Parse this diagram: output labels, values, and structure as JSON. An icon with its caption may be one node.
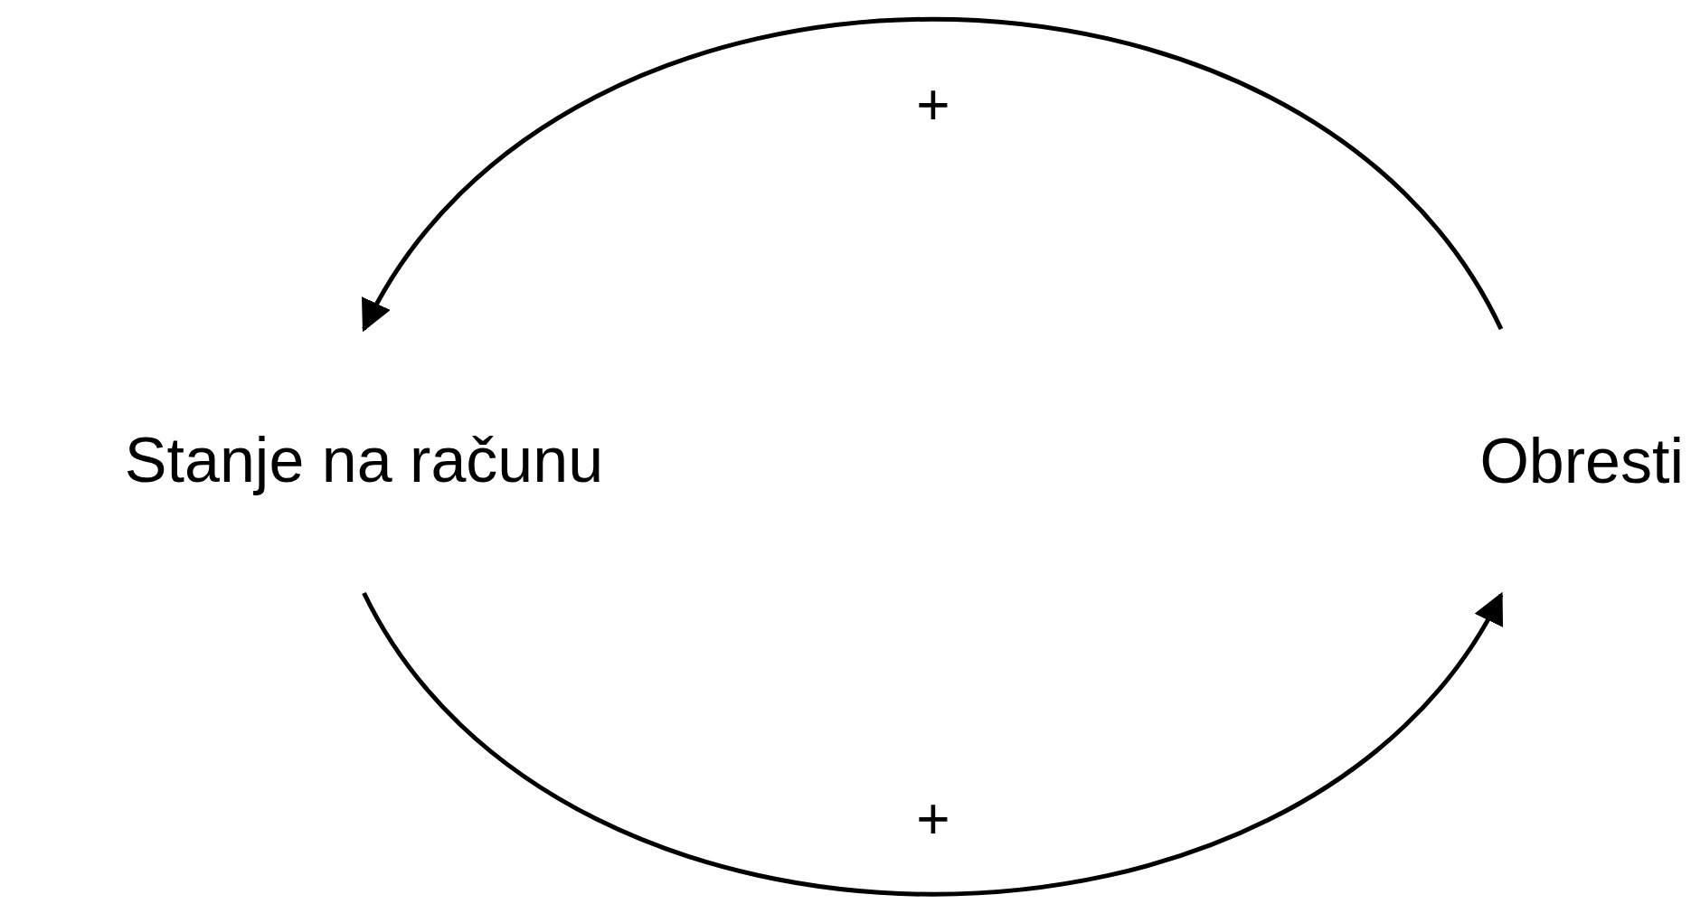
{
  "diagram": {
    "nodes": [
      {
        "text": [
          "Stanje na računu"
        ]
      },
      {
        "text": [
          "Obresti"
        ]
      }
    ],
    "edges": [
      {
        "from": 1,
        "to": 0,
        "arrow": "to",
        "label": "+"
      },
      {
        "from": 0,
        "to": 1,
        "arrow": "to",
        "label": "+"
      }
    ]
  }
}
